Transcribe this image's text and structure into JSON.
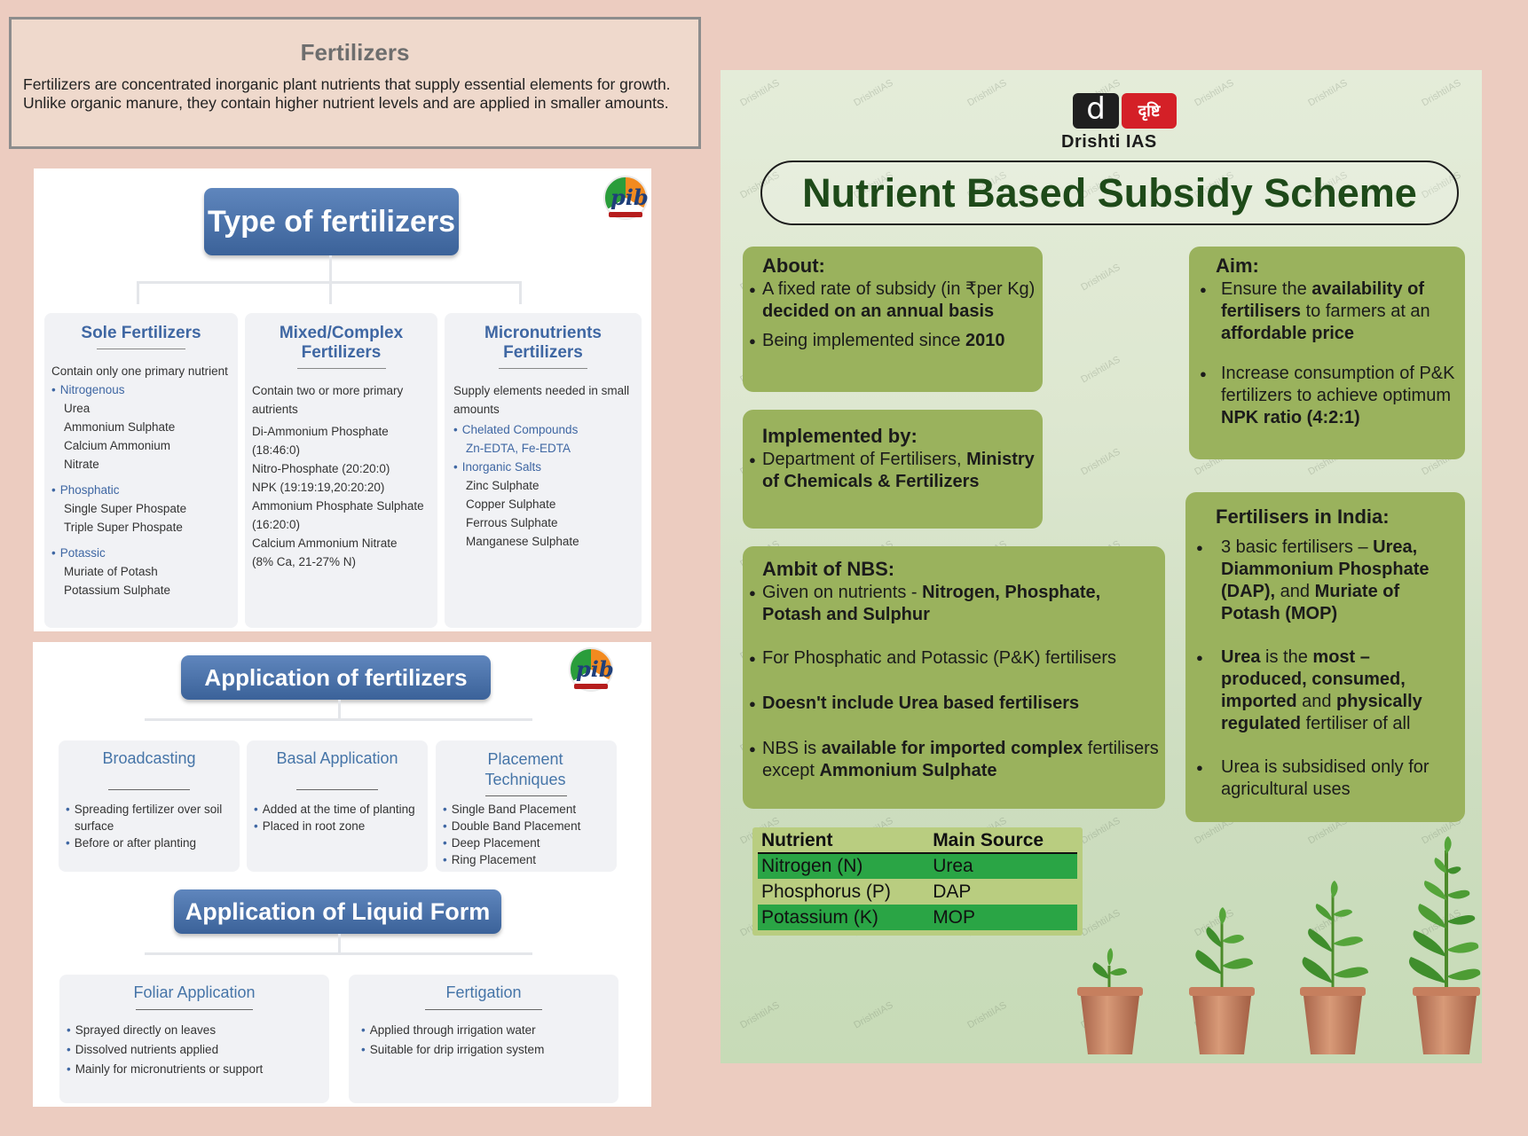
{
  "definition": {
    "title": "Fertilizers",
    "text": "Fertilizers are concentrated inorganic plant nutrients that supply essential elements for growth. Unlike organic manure, they contain higher nutrient levels and are applied in smaller amounts."
  },
  "types_panel": {
    "logo_text": "pib",
    "title": "Type of fertilizers",
    "columns": [
      {
        "title": "Sole Fertilizers",
        "intro": "Contain only one primary nutrient",
        "groups": [
          {
            "name": "Nitrogenous",
            "items": [
              "Urea",
              "Ammonium Sulphate",
              "Calcium Ammonium",
              "Nitrate"
            ]
          },
          {
            "name": "Phosphatic",
            "items": [
              "Single Super Phospate",
              "Triple Super Phospate"
            ]
          },
          {
            "name": "Potassic",
            "items": [
              "Muriate of Potash",
              "Potassium Sulphate"
            ]
          }
        ]
      },
      {
        "title": "Mixed/Complex Fertilizers",
        "intro_lines": [
          "Contain two or more primary",
          "autrients"
        ],
        "items": [
          "Di-Ammonium Phosphate (18:46:0)",
          "Nitro-Phosphate (20:20:0)",
          "NPK (19:19:19,20:20:20)",
          "Ammonium Phosphate Sulphate",
          "(16:20:0)",
          "Calcium Ammonium Nitrate",
          "(8% Ca, 21-27% N)"
        ]
      },
      {
        "title": "Micronutrients Fertilizers",
        "intro_lines": [
          "Supply elements needed in small",
          "amounts"
        ],
        "groups": [
          {
            "name": "Chelated Compounds",
            "items": [
              "Zn-EDTA, Fe-EDTA"
            ]
          },
          {
            "name": "Inorganic Salts",
            "items": [
              "Zinc Sulphate",
              "Copper Sulphate",
              "Ferrous Sulphate",
              "Manganese Sulphate"
            ]
          }
        ]
      }
    ]
  },
  "application_panel": {
    "logo_text": "pib",
    "title": "Application of fertilizers",
    "methods": [
      {
        "title": "Broadcasting",
        "items": [
          "Spreading fertilizer over soil surface",
          "Before or after planting"
        ]
      },
      {
        "title": "Basal Application",
        "items": [
          "Added at the time of planting",
          "Placed in root zone"
        ]
      },
      {
        "title": "Placement Techniques",
        "items": [
          "Single Band Placement",
          "Double Band Placement",
          "Deep Placement",
          "Ring Placement"
        ]
      }
    ],
    "liquid_title": "Application of Liquid Form",
    "liquid_methods": [
      {
        "title": "Foliar Application",
        "items": [
          "Sprayed directly on leaves",
          "Dissolved nutrients applied",
          "Mainly for micronutrients or support"
        ]
      },
      {
        "title": "Fertigation",
        "items": [
          "Applied through irrigation water",
          "Suitable for drip irrigation system"
        ]
      }
    ]
  },
  "nbs": {
    "logo_d": "d",
    "logo_hindi": "दृष्टि",
    "brand": "Drishti IAS",
    "title": "Nutrient Based Subsidy Scheme",
    "about": {
      "heading": "About:",
      "p1a": "A fixed rate of subsidy (in ₹per Kg) ",
      "p1b": "decided on an annual basis",
      "p2a": "Being implemented since ",
      "p2b": "2010"
    },
    "implemented": {
      "heading": "Implemented by:",
      "p1a": "Department of Fertilisers, ",
      "p1b": "Ministry of Chemicals & Fertilizers"
    },
    "ambit": {
      "heading": "Ambit of NBS:",
      "p1a": "Given on nutrients - ",
      "p1b": "Nitrogen, Phosphate, Potash and Sulphur",
      "p2": "For Phosphatic and Potassic (P&K) fertilisers",
      "p3": "Doesn't include Urea based fertilisers",
      "p4a": "NBS is ",
      "p4b": "available for imported complex",
      "p4c": " fertilisers",
      "p4d": " except ",
      "p4e": "Ammonium Sulphate"
    },
    "aim": {
      "heading": "Aim:",
      "p1a": "Ensure the ",
      "p1b": "availability of fertilisers",
      "p1c": " to farmers at an ",
      "p1d": "affordable price",
      "p2a": "Increase consumption of P&K fertilizers to achieve optimum ",
      "p2b": "NPK ratio (4:2:1)"
    },
    "india": {
      "heading": "Fertilisers in India:",
      "p1a": "3 basic fertilisers – ",
      "p1b": "Urea, Diammonium Phosphate (DAP),",
      "p1c": " and ",
      "p1d": "Muriate of Potash (MOP)",
      "p2a": "Urea",
      "p2b": " is the ",
      "p2c": "most – produced, consumed, imported",
      "p2d": " and ",
      "p2e": "physically regulated",
      "p2f": " fertiliser of all",
      "p3": "Urea is subsidised only for agricultural uses"
    },
    "table": {
      "headers": [
        "Nutrient",
        "Main Source"
      ],
      "rows": [
        [
          "Nitrogen (N)",
          "Urea"
        ],
        [
          "Phosphorus (P)",
          "DAP"
        ],
        [
          "Potassium (K)",
          "MOP"
        ]
      ]
    },
    "watermark": "DrishtiIAS",
    "colors": {
      "card": "#9ab25d",
      "title_green": "#1e4a19",
      "row_green": "#2aa545"
    }
  }
}
